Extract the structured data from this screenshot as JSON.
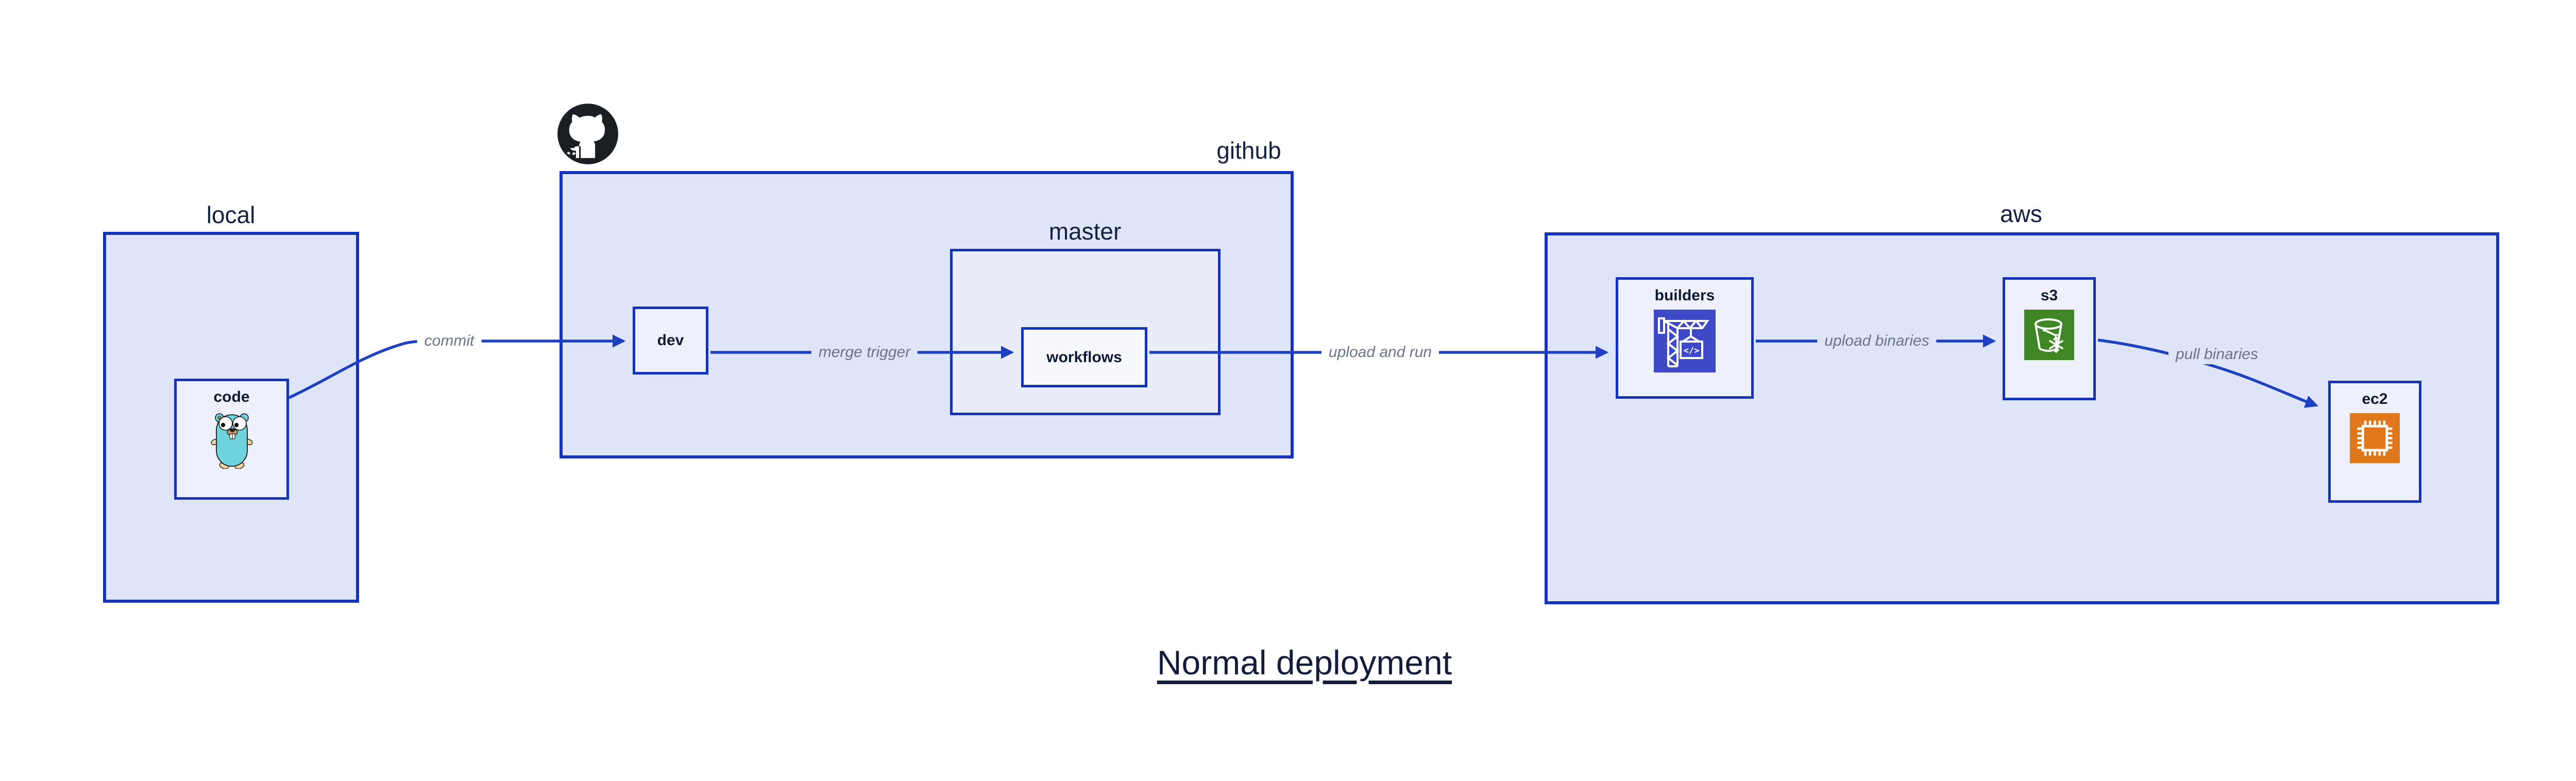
{
  "diagram": {
    "title": "Normal deployment",
    "containers": [
      {
        "id": "local",
        "label": "local"
      },
      {
        "id": "github",
        "label": "github"
      },
      {
        "id": "master",
        "label": "master"
      },
      {
        "id": "aws",
        "label": "aws"
      }
    ],
    "nodes": [
      {
        "id": "code",
        "label": "code",
        "icon": "go-gopher-icon"
      },
      {
        "id": "dev",
        "label": "dev",
        "icon": ""
      },
      {
        "id": "workflows",
        "label": "workflows",
        "icon": ""
      },
      {
        "id": "builders",
        "label": "builders",
        "icon": "codebuild-crane-icon"
      },
      {
        "id": "s3",
        "label": "s3",
        "icon": "s3-glacier-bucket-icon"
      },
      {
        "id": "ec2",
        "label": "ec2",
        "icon": "ec2-chip-icon"
      }
    ],
    "edges": [
      {
        "from": "code",
        "to": "dev",
        "label": "commit"
      },
      {
        "from": "dev",
        "to": "workflows",
        "label": "merge trigger"
      },
      {
        "from": "workflows",
        "to": "builders",
        "label": "upload and run"
      },
      {
        "from": "builders",
        "to": "s3",
        "label": "upload binaries"
      },
      {
        "from": "s3",
        "to": "ec2",
        "label": "pull binaries"
      }
    ],
    "icons": {
      "github_logo": "github-octocat-icon",
      "codebuild_code_text": "</>"
    },
    "colors": {
      "canvas": "#ffffff",
      "container_fill": "#dfe5f9",
      "inner_container_fill": "#e9edfa",
      "node_fill": "#eef1fb",
      "stroke_blue": "#1534ba",
      "arrow_blue": "#1e40c2",
      "label_gray": "#6a7387",
      "text_navy": "#13203f",
      "builders_icon_bg": "#3d49c6",
      "s3_icon_bg": "#3f8624",
      "ec2_icon_bg": "#e0771a",
      "gopher_body": "#6ed3dd",
      "github_logo_color": "#1b1f23"
    }
  }
}
